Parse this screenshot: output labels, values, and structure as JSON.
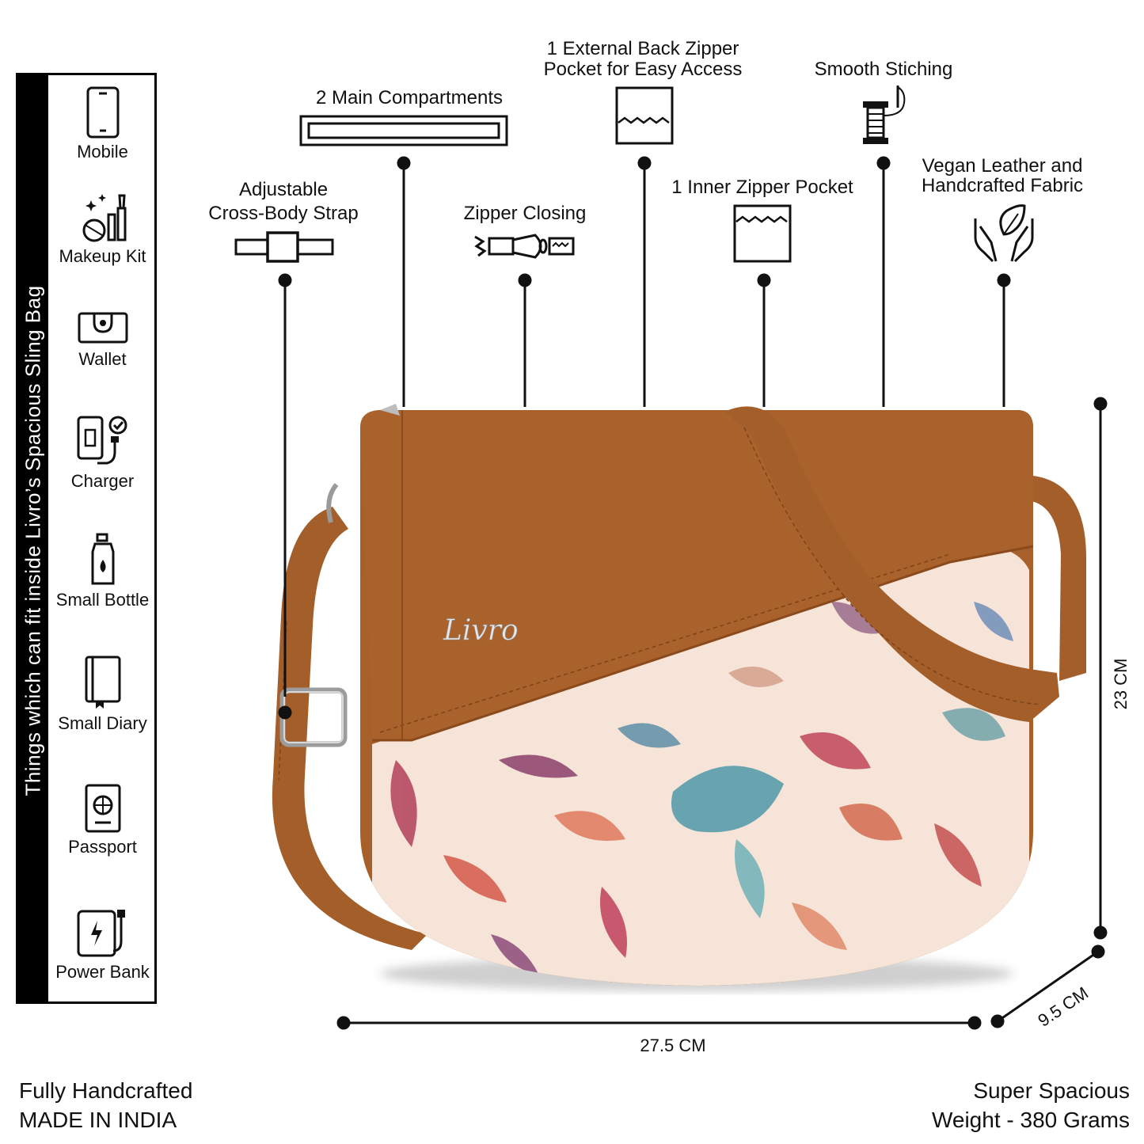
{
  "side_panel": {
    "title": "Things which can fit inside Livro’s Spacious Sling Bag",
    "items": [
      {
        "label": "Mobile",
        "icon": "mobile-icon"
      },
      {
        "label": "Makeup Kit",
        "icon": "makeup-kit-icon"
      },
      {
        "label": "Wallet",
        "icon": "wallet-icon"
      },
      {
        "label": "Charger",
        "icon": "charger-icon"
      },
      {
        "label": "Small Bottle",
        "icon": "bottle-icon"
      },
      {
        "label": "Small Diary",
        "icon": "diary-icon"
      },
      {
        "label": "Passport",
        "icon": "passport-icon"
      },
      {
        "label": "Power Bank",
        "icon": "power-bank-icon"
      }
    ]
  },
  "features": {
    "strap": {
      "line1": "Adjustable",
      "line2": "Cross-Body Strap",
      "icon": "strap-icon"
    },
    "compartments": {
      "label": "2 Main Compartments",
      "icon": "compartment-icon"
    },
    "zipper": {
      "label": "Zipper Closing",
      "icon": "zipper-icon"
    },
    "back_pocket": {
      "line1": "1 External Back Zipper",
      "line2": "Pocket for Easy Access",
      "icon": "pocket-icon"
    },
    "inner_pocket": {
      "label": "1 Inner Zipper Pocket",
      "icon": "pocket-icon"
    },
    "stitching": {
      "label": "Smooth Stiching",
      "icon": "thread-spool-icon"
    },
    "material": {
      "line1": "Vegan Leather and",
      "line2": "Handcrafted Fabric",
      "icon": "hands-leaf-icon"
    }
  },
  "dimensions": {
    "width": "27.5 CM",
    "height": "23 CM",
    "depth": "9.5 CM"
  },
  "brand": "Livro",
  "footer": {
    "left_line1": "Fully Handcrafted",
    "left_line2": "MADE IN INDIA",
    "right_line1": "Super Spacious",
    "right_line2": "Weight - 380 Grams"
  },
  "colors": {
    "leather": "#a7602a",
    "fabric": "#f6e4d8",
    "accent": "#000000"
  }
}
